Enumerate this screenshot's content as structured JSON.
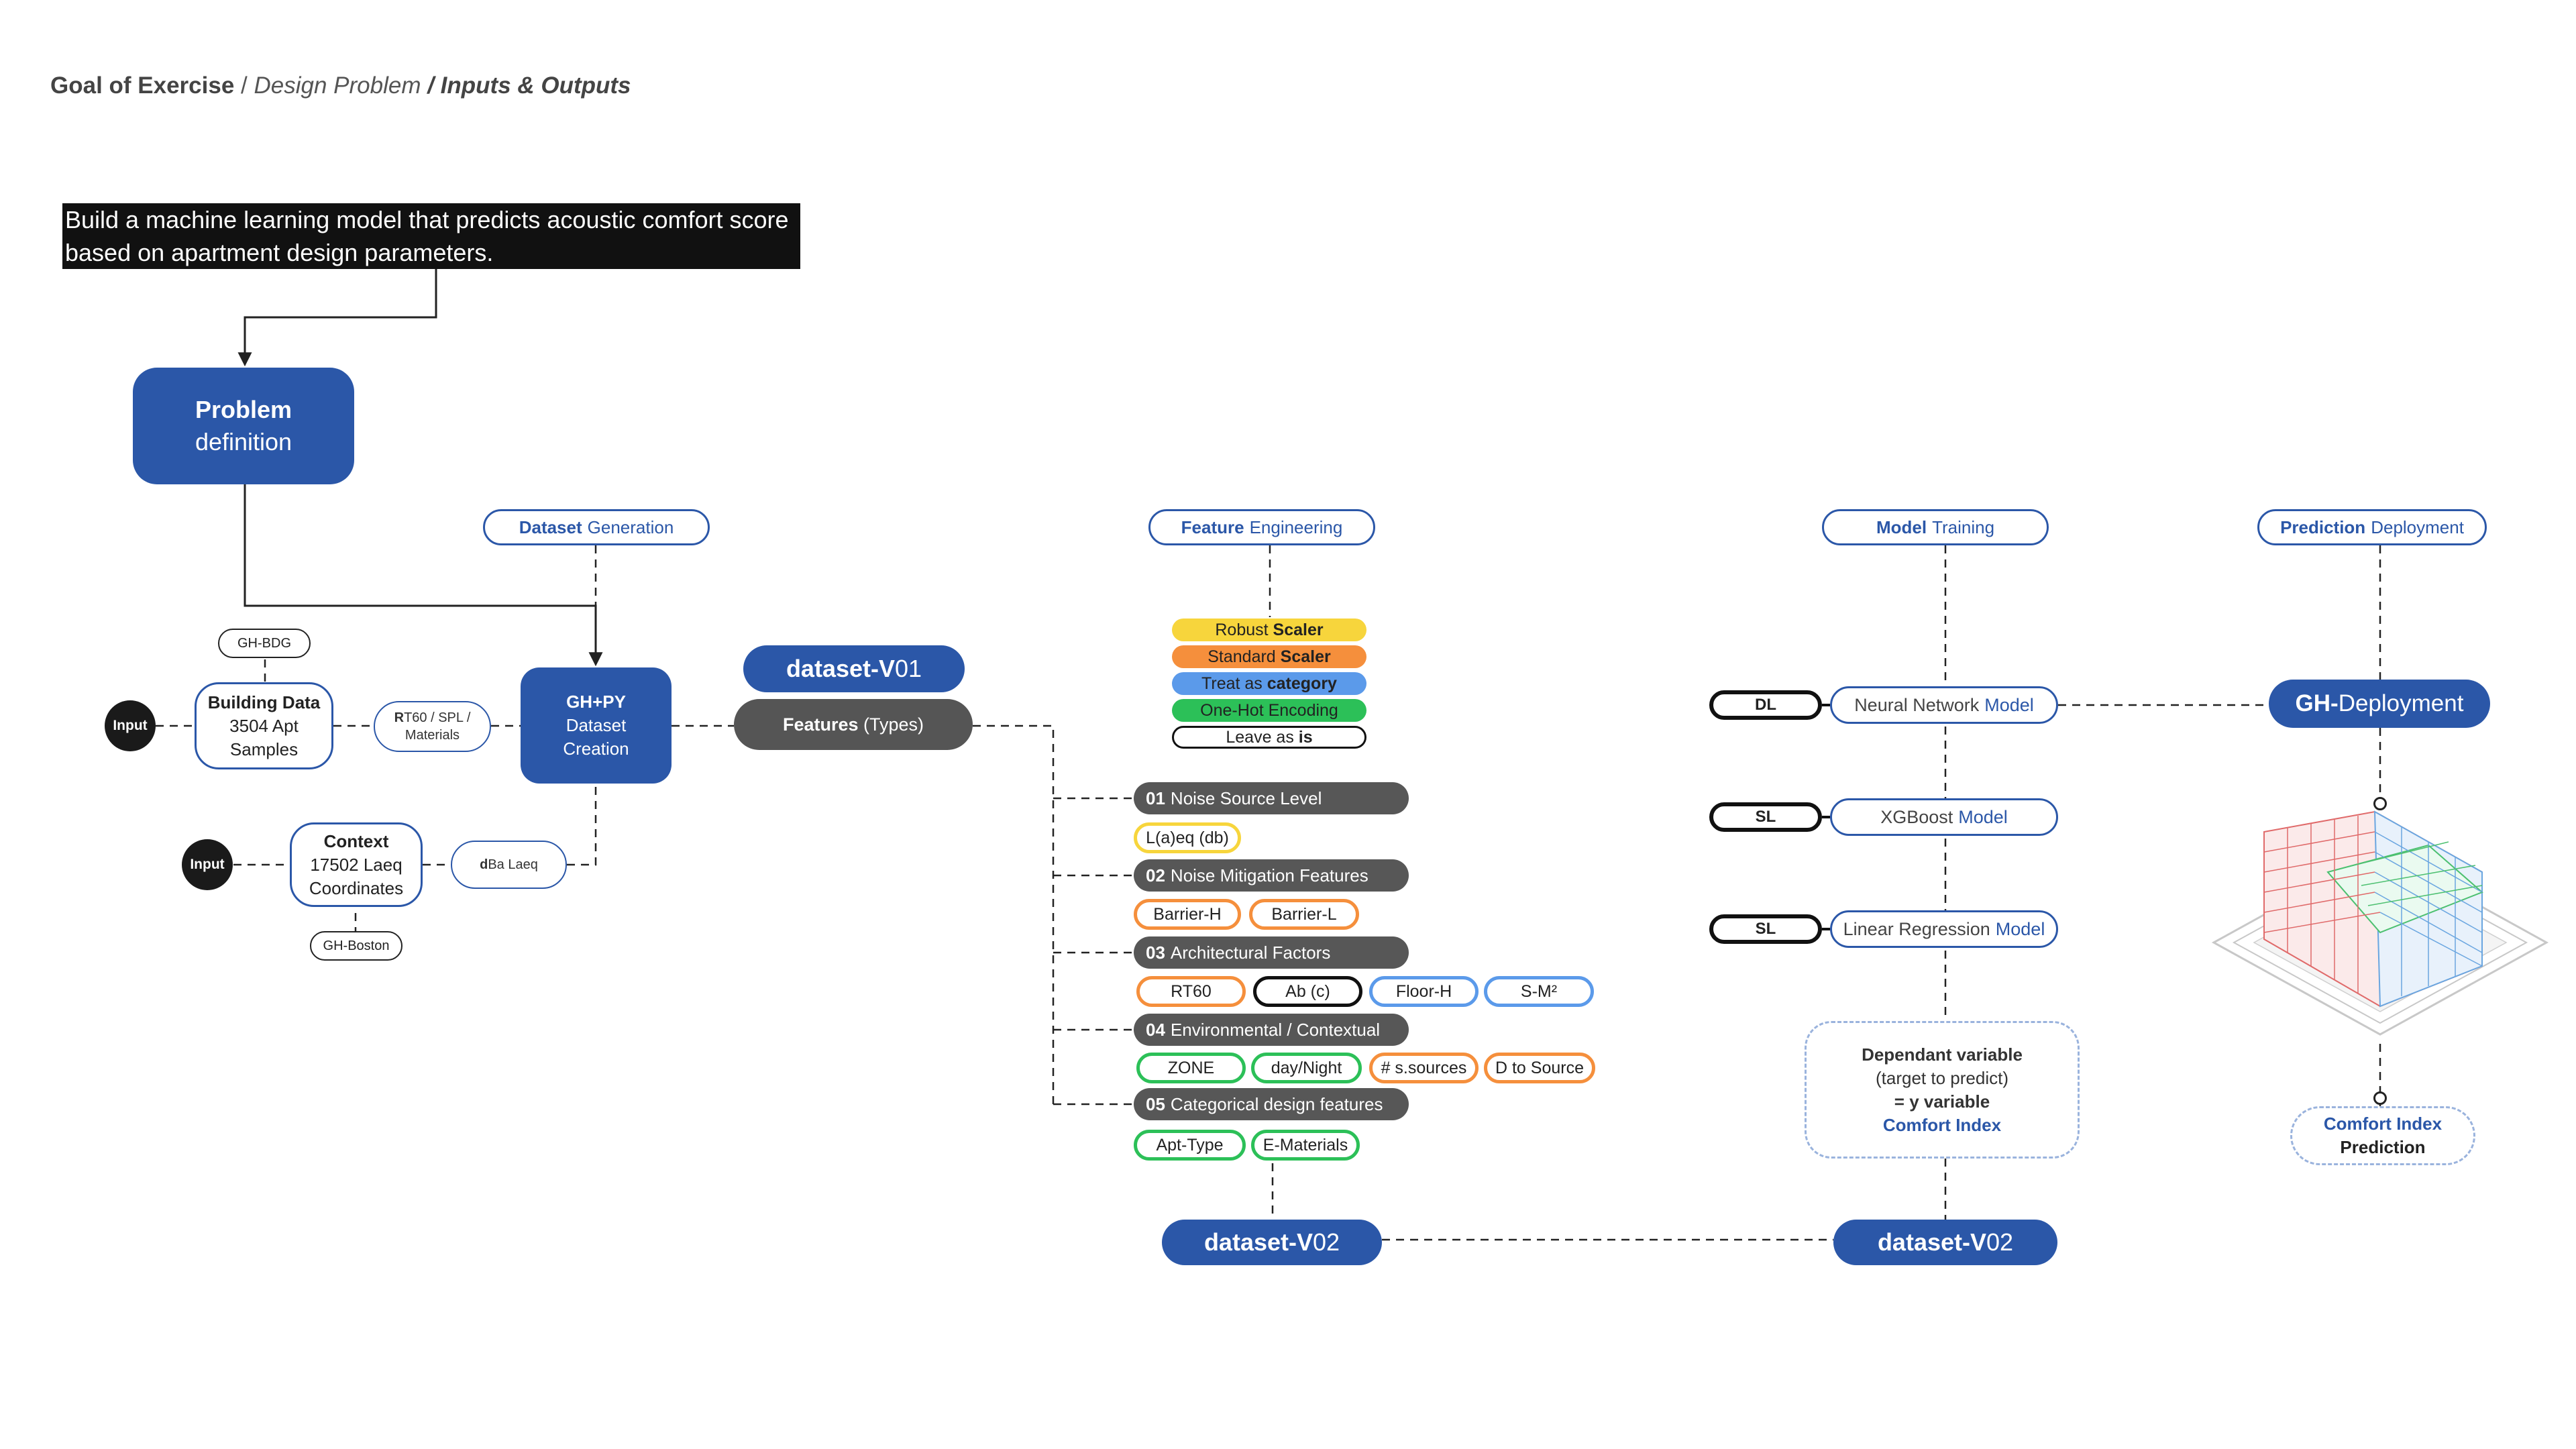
{
  "breadcrumb": {
    "goal": "Goal of Exercise",
    "sep1": " / ",
    "design": "Design Problem",
    "sep2": " / ",
    "io": "Inputs & Outputs"
  },
  "goal_statement": {
    "line1": "Build a machine learning model that predicts acoustic comfort score",
    "line2": "based on apartment design parameters."
  },
  "problem": {
    "bold": "Problem",
    "normal": "definition"
  },
  "sections": {
    "dataset_generation": {
      "bold": "Dataset",
      "normal": "Generation"
    },
    "feature_engineering": {
      "bold": "Feature",
      "normal": "Engineering"
    },
    "model_training": {
      "bold": "Model",
      "normal": "Training"
    },
    "prediction_deployment": {
      "bold": "Prediction",
      "normal": "Deployment"
    }
  },
  "inputs": {
    "input_label": "Input",
    "gh_bdg": "GH-BDG",
    "building": {
      "title": "Building Data",
      "line2": "3504 Apt",
      "line3": "Samples"
    },
    "rt60": {
      "bold": "R",
      "rest": "T60 / SPL /",
      "line2": "Materials"
    },
    "context": {
      "title": "Context",
      "line2": "17502 Laeq",
      "line3": "Coordinates"
    },
    "dba": {
      "bold": "d",
      "rest": "Ba Laeq"
    },
    "gh_boston": "GH-Boston"
  },
  "ghpy": {
    "title": "GH+PY",
    "line2": "Dataset",
    "line3": "Creation"
  },
  "dataset_v01": {
    "bold": "dataset-V",
    "rest": "01"
  },
  "features": {
    "bold": "Features",
    "rest": " (Types)"
  },
  "legend": [
    {
      "normal": "Robust ",
      "bold": "Scaler",
      "color": "#f7d53c"
    },
    {
      "normal": "Standard ",
      "bold": "Scaler",
      "color": "#f58f3c"
    },
    {
      "normal": "Treat as ",
      "bold": "category",
      "color": "#5b9aea"
    },
    {
      "normal": "One-Hot Encoding",
      "bold": "",
      "color": "#2cc058"
    },
    {
      "normal": "Leave as ",
      "bold": "is",
      "color": "#ffffff"
    }
  ],
  "categories": [
    {
      "num": "01",
      "label": "Noise Source Level"
    },
    {
      "num": "02",
      "label": "Noise Mitigation Features"
    },
    {
      "num": "03",
      "label": "Architectural Factors"
    },
    {
      "num": "04",
      "label": "Environmental / Contextual"
    },
    {
      "num": "05",
      "label": "Categorical design features"
    }
  ],
  "tags": {
    "laeq": "L(a)eq (db)",
    "barrier_h": "Barrier-H",
    "barrier_l": "Barrier-L",
    "rt60": "RT60",
    "ab": "Ab (c)",
    "floor_h": "Floor-H",
    "s_m2": "S-M²",
    "zone": "ZONE",
    "day_night": "day/Night",
    "s_sources": "# s.sources",
    "d_source": "D to Source",
    "apt_type": "Apt-Type",
    "e_materials": "E-Materials"
  },
  "tag_colors": {
    "yellow": "#f7d53c",
    "orange": "#f58f3c",
    "blue": "#5b9aea",
    "green": "#2cc058",
    "black": "#111111"
  },
  "dataset_v02_a": {
    "bold": "dataset-V",
    "rest": "02"
  },
  "dataset_v02_b": {
    "bold": "dataset-V",
    "rest": "02"
  },
  "models": [
    {
      "type": "DL",
      "name": "Neural Network",
      "suffix": "Model"
    },
    {
      "type": "SL",
      "name": "XGBoost",
      "suffix": "Model"
    },
    {
      "type": "SL",
      "name": "Linear Regression",
      "suffix": "Model"
    }
  ],
  "dependant": {
    "title": "Dependant variable",
    "line2": "(target to predict)",
    "line3": "= y variable",
    "line4": "Comfort Index"
  },
  "deployment": {
    "bold": "GH-",
    "rest": "Deployment"
  },
  "comfort": {
    "line1": "Comfort Index",
    "line2": "Prediction"
  },
  "colors": {
    "primary": "#2b57a8",
    "dark": "#555555",
    "black": "#111111"
  }
}
